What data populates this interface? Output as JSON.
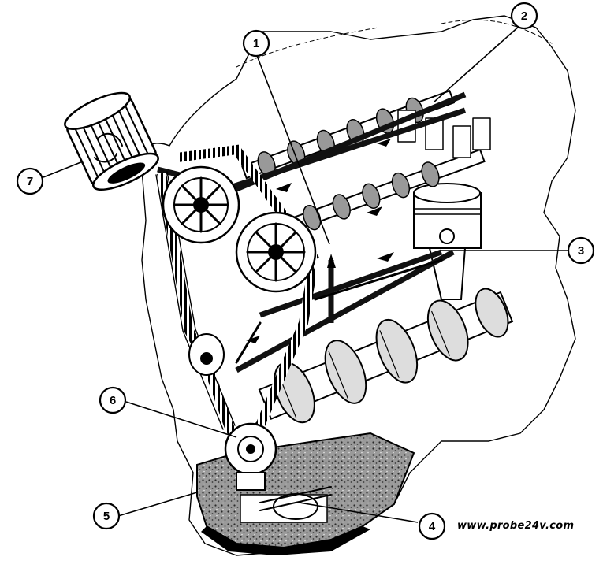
{
  "callouts": [
    {
      "id": "1",
      "label": "1"
    },
    {
      "id": "2",
      "label": "2"
    },
    {
      "id": "3",
      "label": "3"
    },
    {
      "id": "4",
      "label": "4"
    },
    {
      "id": "5",
      "label": "5"
    },
    {
      "id": "6",
      "label": "6"
    },
    {
      "id": "7",
      "label": "7"
    }
  ],
  "watermark": "www.probe24v.com"
}
